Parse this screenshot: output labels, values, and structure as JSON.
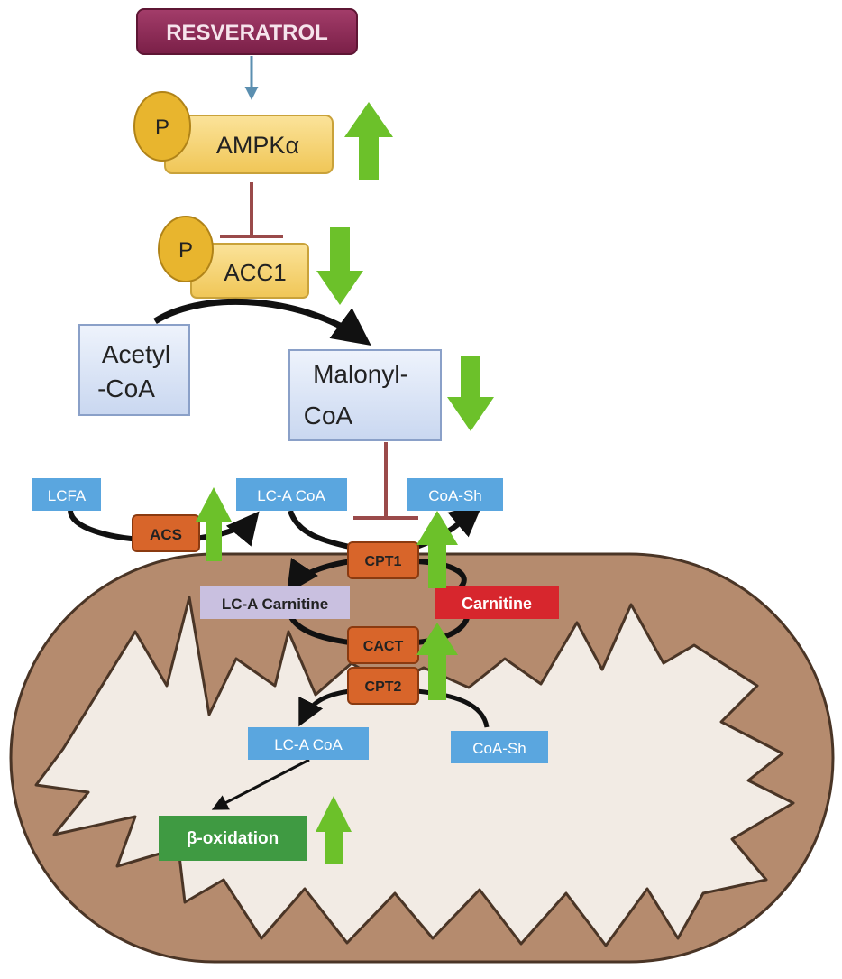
{
  "labels": {
    "resveratrol": "RESVERATROL",
    "p1": "P",
    "ampk": "AMPKα",
    "p2": "P",
    "acc1": "ACC1",
    "acetyl_line1": "Acetyl",
    "acetyl_line2": "-CoA",
    "malonyl_line1": "Malonyl-",
    "malonyl_line2": "CoA",
    "lcfa": "LCFA",
    "acs": "ACS",
    "lca_coa_outer": "LC-A CoA",
    "coa_sh_outer": "CoA-Sh",
    "cpt1": "CPT1",
    "lca_carnitine": "LC-A Carnitine",
    "carnitine": "Carnitine",
    "cact": "CACT",
    "cpt2": "CPT2",
    "lca_coa_inner": "LC-A CoA",
    "coa_sh_inner": "CoA-Sh",
    "beta_oxidation": "β-oxidation"
  },
  "effects": {
    "ampk": "up",
    "acc1": "down",
    "malonyl_coa": "down",
    "acs": "up",
    "cpt1": "up",
    "cact_cpt2": "up",
    "beta_oxidation": "up"
  },
  "colors": {
    "resveratrol": "#8e2a57",
    "ampk_fill": "#f4d06a",
    "phospho": "#e8b52e",
    "metabolite": "#dbe5f7",
    "blue_label": "#5aa6df",
    "enzyme_orange": "#d8652a",
    "carnitine_red": "#d7262d",
    "lca_carnitine": "#c9c0e0",
    "beta_green": "#3f9a42",
    "arrow_green": "#6cc12a",
    "inhibit": "#9a4a4a",
    "mito_outer": "#b58b6e",
    "mito_inner": "#f2ebe4"
  }
}
